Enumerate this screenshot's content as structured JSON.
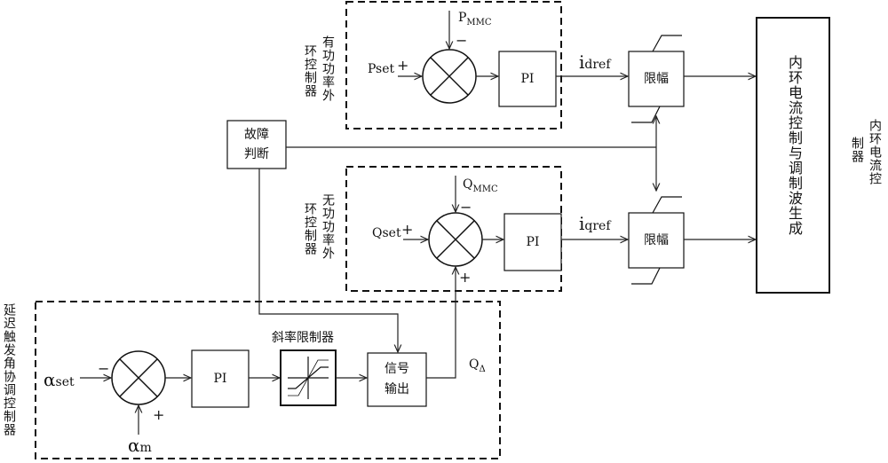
{
  "labels": {
    "p_set": "Pset",
    "p_mmc_main": "P",
    "p_mmc_sub": "MMC",
    "q_set": "Qset",
    "q_mmc_main": "Q",
    "q_mmc_sub": "MMC",
    "i_dref_main": "i",
    "i_dref_sub": "dref",
    "i_qref_main": "i",
    "i_qref_sub": "qref",
    "alpha_set_main": "α",
    "alpha_set_sub": "set",
    "alpha_m_main": "α",
    "alpha_m_sub": "m",
    "q_delta_main": "Q",
    "q_delta_sub": "Δ",
    "slope_limiter_title": "斜率限制器"
  },
  "blocks": {
    "pi_p": "PI",
    "pi_q": "PI",
    "pi_alpha": "PI",
    "limit_top": "限幅",
    "limit_bottom": "限幅",
    "fault_line1": "故障",
    "fault_line2": "判断",
    "signal_line1": "信号",
    "signal_line2": "输出",
    "inner_loop": "内环电流控制与调制波生成"
  },
  "groups": {
    "active_outer_col1": "有功功率外",
    "active_outer_col2": "环控制器",
    "reactive_outer_col1": "无功功率外",
    "reactive_outer_col2": "环控制器",
    "delay_angle": "延迟触发角协调控制器",
    "inner_col1": "内环电流控",
    "inner_col2": "制器"
  },
  "signs": {
    "plus": "+",
    "minus": "−"
  }
}
